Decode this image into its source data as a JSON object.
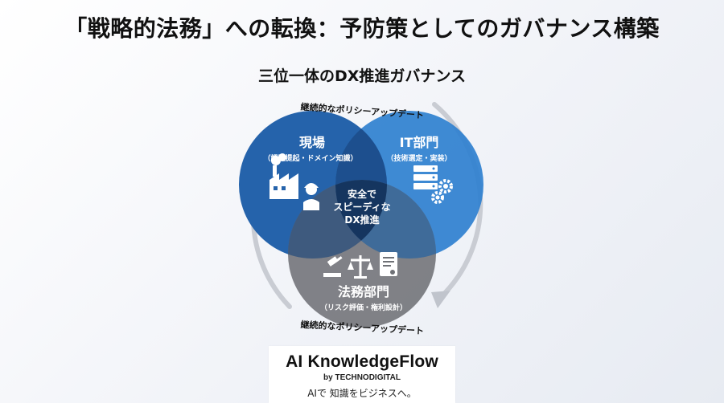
{
  "title": "「戦略的法務」への転換：予防策としてのガバナンス構築",
  "subtitle": "三位一体のDX推進ガバナンス",
  "cycle": {
    "top_label": "継続的なポリシーアップデート",
    "bottom_label": "継続的なポリシーアップデート"
  },
  "circles": {
    "field": {
      "title": "現場",
      "sub": "（課題提起・ドメイン知識）",
      "icon": "factory-worker-icon",
      "color": "#1f5fa8"
    },
    "it": {
      "title": "IT部門",
      "sub": "（技術選定・実装）",
      "icon": "server-gears-icon",
      "color": "#2f7fd0"
    },
    "legal": {
      "title": "法務部門",
      "sub": "（リスク評価・権利設計）",
      "icon": "gavel-scales-contract-icon",
      "color": "#6d6f74"
    }
  },
  "center": {
    "line1": "安全で",
    "line2": "スピーディな",
    "line3": "DX推進"
  },
  "brand": {
    "name": "AI KnowledgeFlow",
    "by": "by TECHNODIGITAL",
    "tagline": "AIで 知識をビジネスへ。"
  }
}
